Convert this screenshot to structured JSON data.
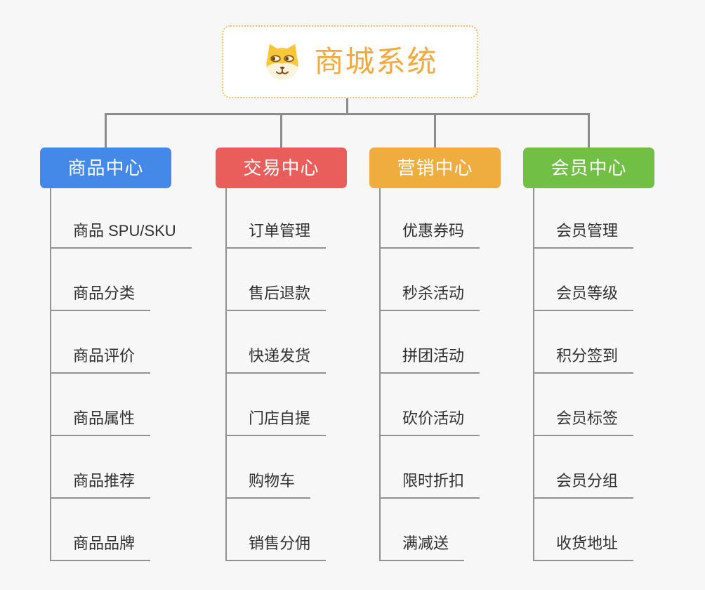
{
  "root": {
    "title": "商城系统",
    "icon": "dog-face-icon",
    "title_color": "#f2a93e",
    "border_color": "#f6be5c"
  },
  "connector_color": "#8c8c8c",
  "branches": [
    {
      "label": "商品中心",
      "color": "#4589e8",
      "children": [
        "商品 SPU/SKU",
        "商品分类",
        "商品评价",
        "商品属性",
        "商品推荐",
        "商品品牌"
      ]
    },
    {
      "label": "交易中心",
      "color": "#e95e5b",
      "children": [
        "订单管理",
        "售后退款",
        "快递发货",
        "门店自提",
        "购物车",
        "销售分佣"
      ]
    },
    {
      "label": "营销中心",
      "color": "#efad40",
      "children": [
        "优惠券码",
        "秒杀活动",
        "拼团活动",
        "砍价活动",
        "限时折扣",
        "满减送"
      ]
    },
    {
      "label": "会员中心",
      "color": "#72bf45",
      "children": [
        "会员管理",
        "会员等级",
        "积分签到",
        "会员标签",
        "会员分组",
        "收货地址"
      ]
    }
  ]
}
